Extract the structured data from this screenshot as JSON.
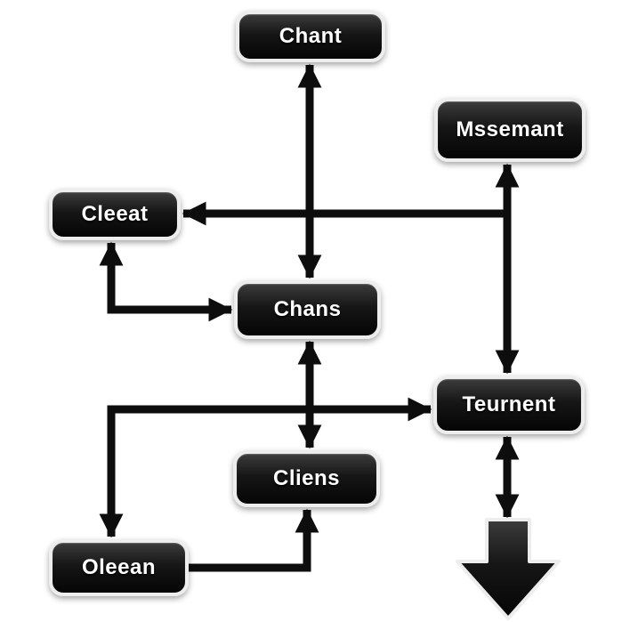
{
  "diagram": {
    "nodes": [
      {
        "id": "chant",
        "label": "Chant"
      },
      {
        "id": "mssemant",
        "label": "Mssemant"
      },
      {
        "id": "cleeat",
        "label": "Cleeat"
      },
      {
        "id": "chans",
        "label": "Chans"
      },
      {
        "id": "teurnent",
        "label": "Teurnent"
      },
      {
        "id": "cliens",
        "label": "Cliens"
      },
      {
        "id": "oleean",
        "label": "Oleean"
      }
    ],
    "edges": [
      {
        "from": "chant",
        "to": "chans",
        "arrows": "both"
      },
      {
        "from": "mssemant",
        "to": "cleeat",
        "arrows": "end"
      },
      {
        "from": "mssemant",
        "to": "teurnent",
        "arrows": "both"
      },
      {
        "from": "cleeat",
        "to": "chans",
        "arrows": "both"
      },
      {
        "from": "chans",
        "to": "cliens",
        "arrows": "both"
      },
      {
        "from": "oleean",
        "to": "teurnent",
        "arrows": "both"
      },
      {
        "from": "oleean",
        "to": "cliens",
        "arrows": "end"
      },
      {
        "from": "teurnent",
        "to": "down-arrow",
        "arrows": "both"
      }
    ],
    "colors": {
      "node_fill": "#101010",
      "node_border": "#ededed",
      "node_text": "#ffffff",
      "arrow": "#0d0d0d",
      "background": "#ffffff"
    }
  }
}
